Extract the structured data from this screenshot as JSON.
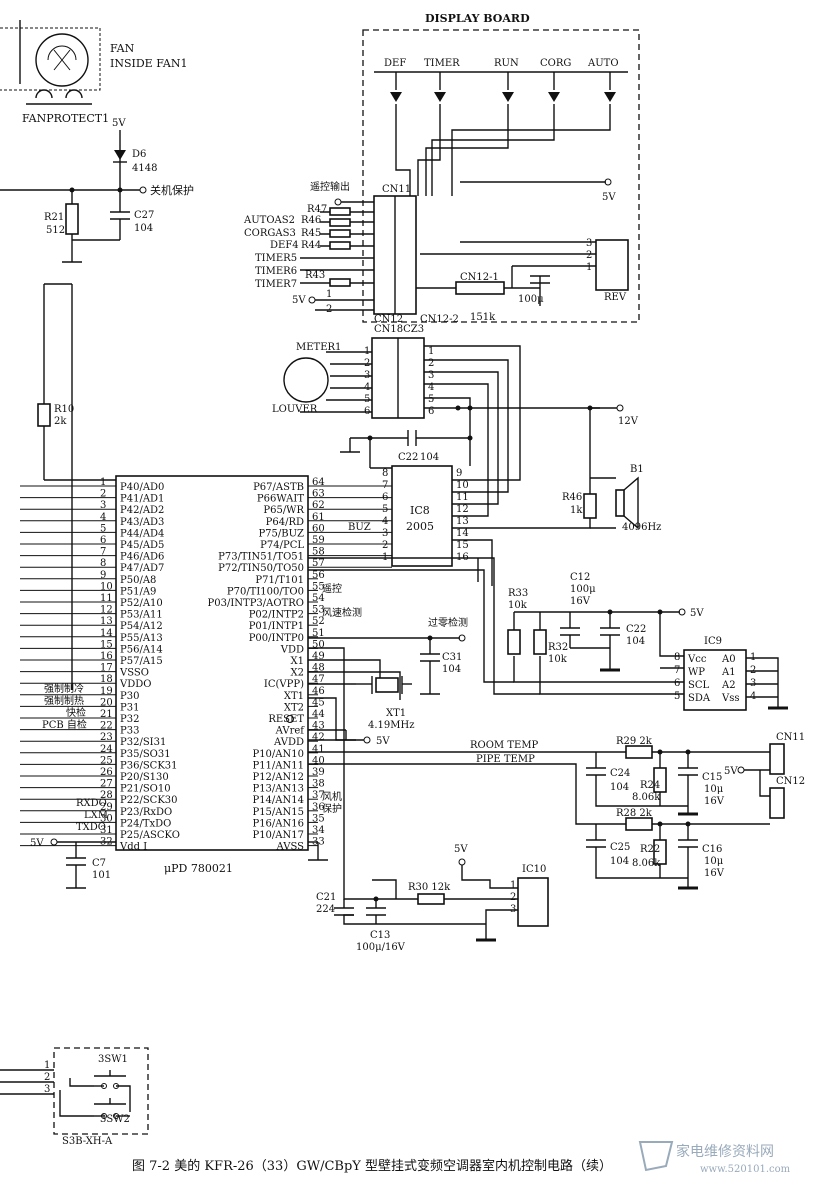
{
  "display_board": {
    "title": "DISPLAY BOARD",
    "leds": [
      "DEF",
      "TIMER",
      "RUN",
      "CORG",
      "AUTO"
    ],
    "cn11": "CN11",
    "cn12": "CN12",
    "cn12_2": "CN12-2",
    "cn12_1": "CN12-1",
    "remote_out": "遥控输出",
    "inputs": [
      {
        "ref": "R47",
        "sig": ""
      },
      {
        "ref": "R46",
        "sig": "AUTOAS2"
      },
      {
        "ref": "R45",
        "sig": "CORGAS3"
      },
      {
        "ref": "R44",
        "sig": "DEF4"
      },
      {
        "ref": "",
        "sig": "TIMER5"
      },
      {
        "ref": "",
        "sig": "TIMER6"
      },
      {
        "ref": "R43",
        "sig": "TIMER7"
      }
    ],
    "cap": "100μ",
    "res": "151k",
    "rev": "REV",
    "v5": "5V",
    "pins_rev": [
      "3",
      "2",
      "1"
    ],
    "pins_5v": [
      "1",
      "2"
    ]
  },
  "fan": {
    "label1": "FAN",
    "label2": "INSIDE FAN1",
    "protect": "FANPROTECT1"
  },
  "power_protect": {
    "v5": "5V",
    "d6": "D6",
    "d6_val": "4148",
    "label": "关机保护",
    "r21": "R21",
    "r21_val": "512",
    "c27": "C27",
    "c27_val": "104"
  },
  "r10": {
    "ref": "R10",
    "val": "2k"
  },
  "cn18": {
    "label": "CN18CZ3",
    "meter": "METER1",
    "louver": "LOUVER",
    "left_pins": [
      "1",
      "2",
      "3",
      "4",
      "5",
      "6"
    ],
    "right_pins": [
      "1",
      "2",
      "3",
      "4",
      "5",
      "6"
    ],
    "v12": "12V"
  },
  "c22": {
    "ref": "C22",
    "val": "104"
  },
  "ic8": {
    "ref": "IC8",
    "part": "2005",
    "left_pins": [
      "8",
      "7",
      "6",
      "5",
      "4",
      "3",
      "2",
      "1"
    ],
    "right_pins": [
      "9",
      "10",
      "11",
      "12",
      "13",
      "14",
      "15",
      "16"
    ],
    "buz": "BUZ"
  },
  "buzzer": {
    "r46": "R46",
    "r46_val": "1k",
    "b1": "B1",
    "freq": "4096Hz"
  },
  "mcu": {
    "part": "μPD 780021",
    "left_pins": [
      {
        "n": "1",
        "name": "P40/AD0"
      },
      {
        "n": "2",
        "name": "P41/AD1"
      },
      {
        "n": "3",
        "name": "P42/AD2"
      },
      {
        "n": "4",
        "name": "P43/AD3"
      },
      {
        "n": "5",
        "name": "P44/AD4"
      },
      {
        "n": "6",
        "name": "P45/AD5"
      },
      {
        "n": "7",
        "name": "P46/AD6"
      },
      {
        "n": "8",
        "name": "P47/AD7"
      },
      {
        "n": "9",
        "name": "P50/A8"
      },
      {
        "n": "10",
        "name": "P51/A9"
      },
      {
        "n": "11",
        "name": "P52/A10"
      },
      {
        "n": "12",
        "name": "P53/A11"
      },
      {
        "n": "13",
        "name": "P54/A12"
      },
      {
        "n": "14",
        "name": "P55/A13"
      },
      {
        "n": "15",
        "name": "P56/A14"
      },
      {
        "n": "16",
        "name": "P57/A15"
      },
      {
        "n": "17",
        "name": "VSSO"
      },
      {
        "n": "18",
        "name": "VDDO"
      },
      {
        "n": "19",
        "name": "P30"
      },
      {
        "n": "20",
        "name": "P31"
      },
      {
        "n": "21",
        "name": "P32"
      },
      {
        "n": "22",
        "name": "P33"
      },
      {
        "n": "23",
        "name": "P32/SI31"
      },
      {
        "n": "24",
        "name": "P35/SO31"
      },
      {
        "n": "25",
        "name": "P36/SCK31"
      },
      {
        "n": "26",
        "name": "P20/S130"
      },
      {
        "n": "27",
        "name": "P21/SO10"
      },
      {
        "n": "28",
        "name": "P22/SCK30"
      },
      {
        "n": "29",
        "name": "P23/RxDO"
      },
      {
        "n": "30",
        "name": "P24/TxDO"
      },
      {
        "n": "31",
        "name": "P25/ASCKO"
      },
      {
        "n": "32",
        "name": "Vdd I"
      }
    ],
    "right_pins": [
      {
        "n": "64",
        "name": "P67/ASTB"
      },
      {
        "n": "63",
        "name": "P66WAIT"
      },
      {
        "n": "62",
        "name": "P65/WR"
      },
      {
        "n": "61",
        "name": "P64/RD"
      },
      {
        "n": "60",
        "name": "P75/BUZ"
      },
      {
        "n": "59",
        "name": "P74/PCL"
      },
      {
        "n": "58",
        "name": "P73/TIN51/TO51"
      },
      {
        "n": "57",
        "name": "P72/TIN50/TO50"
      },
      {
        "n": "56",
        "name": "P71/T101"
      },
      {
        "n": "55",
        "name": "P70/TI100/TO0"
      },
      {
        "n": "54",
        "name": "P03/INTP3/AOTRO"
      },
      {
        "n": "53",
        "name": "P02/INTP2"
      },
      {
        "n": "52",
        "name": "P01/INTP1"
      },
      {
        "n": "51",
        "name": "P00/INTP0"
      },
      {
        "n": "50",
        "name": "VDD"
      },
      {
        "n": "49",
        "name": "X1"
      },
      {
        "n": "48",
        "name": "X2"
      },
      {
        "n": "47",
        "name": "IC(VPP)"
      },
      {
        "n": "46",
        "name": "XT1"
      },
      {
        "n": "45",
        "name": "XT2"
      },
      {
        "n": "44",
        "name": "RESET"
      },
      {
        "n": "43",
        "name": "AVref"
      },
      {
        "n": "42",
        "name": "AVDD"
      },
      {
        "n": "41",
        "name": "P10/AN10"
      },
      {
        "n": "40",
        "name": "P11/AN11"
      },
      {
        "n": "39",
        "name": "P12/AN12"
      },
      {
        "n": "38",
        "name": "P13/AN13"
      },
      {
        "n": "37",
        "name": "P14/AN14"
      },
      {
        "n": "36",
        "name": "P15/AN15"
      },
      {
        "n": "35",
        "name": "P16/AN16"
      },
      {
        "n": "34",
        "name": "P10/AN17"
      },
      {
        "n": "33",
        "name": "AVSS"
      }
    ],
    "left_signals": [
      "强制制冷",
      "强制制热",
      "快检",
      "PCB 自检"
    ],
    "rxdo": "RXDO",
    "lxm": "LXM",
    "txdo": "TXDO",
    "remote": "遥控",
    "fan_detect": "风速检测",
    "zero_detect": "过零检测",
    "fan_protect": "风机\n保护",
    "v5": "5V"
  },
  "c7": {
    "ref": "C7",
    "val": "101",
    "v5": "5V"
  },
  "c31": {
    "ref": "C31",
    "val": "104"
  },
  "xt1": {
    "ref": "XT1",
    "val": "4.19MHz"
  },
  "eeprom": {
    "ref": "IC9",
    "left": [
      "Vcc",
      "WP",
      "SCL",
      "SDA"
    ],
    "right": [
      "A0",
      "A1",
      "A2",
      "Vss"
    ],
    "lpins": [
      "8",
      "7",
      "6",
      "5"
    ],
    "rpins": [
      "1",
      "2",
      "3",
      "4"
    ],
    "r33": "R33",
    "r33_val": "10k",
    "r32": "R32",
    "r32_val": "10k",
    "c12": "C12",
    "c12_val1": "100μ",
    "c12_val2": "16V",
    "c22": "C22",
    "c22_val": "104",
    "v5": "5V"
  },
  "temp": {
    "room": "ROOM TEMP",
    "pipe": "PIPE TEMP",
    "r29": "R29 2k",
    "r28": "R28 2k",
    "c24": "C24",
    "c24_val": "104",
    "r24": "R24",
    "r24_val": "8.06k",
    "c15": "C15",
    "c15_v1": "10μ",
    "c15_v2": "16V",
    "c25": "C25",
    "c25_val": "104",
    "r22": "R22",
    "r22_val": "8.06k",
    "c16": "C16",
    "c16_v1": "10μ",
    "c16_v2": "16V",
    "cn11": "CN11",
    "cn12": "CN12",
    "v5": "5V"
  },
  "reset": {
    "c21": "C21",
    "c21_val": "224",
    "c13": "C13",
    "c13_val": "100μ/16V",
    "r30": "R30 12k",
    "ic10": "IC10",
    "v5": "5V",
    "pins": [
      "1",
      "2",
      "3"
    ]
  },
  "switches": {
    "sw1": "3SW1",
    "sw2": "3SW2",
    "conn": "S3B-XH-A",
    "pins": [
      "1",
      "2",
      "3"
    ]
  },
  "caption": "图 7-2   美的 KFR-26（33）GW/CBpY 型壁挂式变频空调器室内机控制电路（续）",
  "watermark": "家电维修资料网",
  "watermark_url": "www.520101.com"
}
